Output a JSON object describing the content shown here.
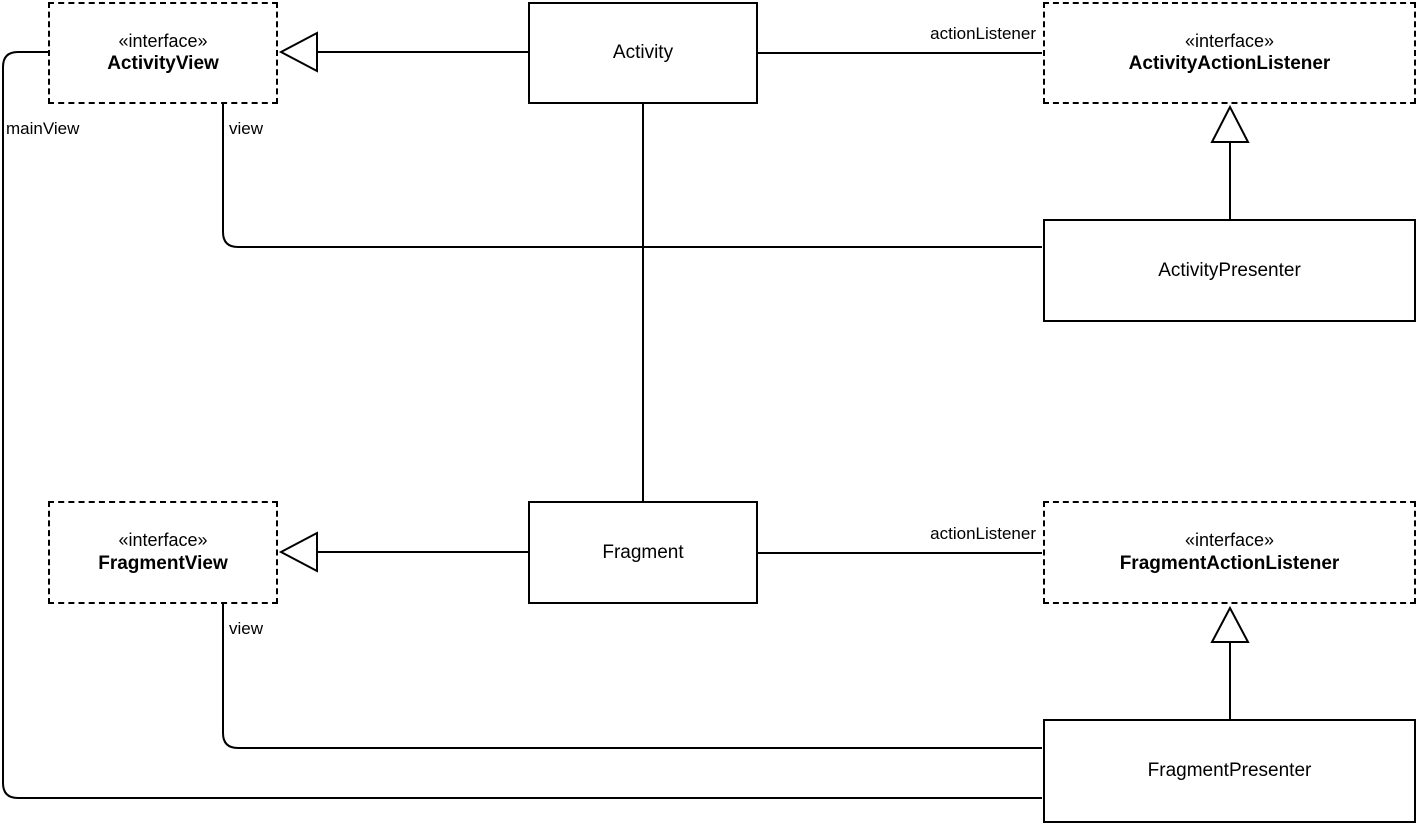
{
  "canvas": {
    "background": "#ffffff",
    "stroke": "#000000"
  },
  "nodes": {
    "activity_view": {
      "stereotype": "«interface»",
      "name": "ActivityView"
    },
    "activity": {
      "name": "Activity"
    },
    "activity_action_listener": {
      "stereotype": "«interface»",
      "name": "ActivityActionListener"
    },
    "activity_presenter": {
      "name": "ActivityPresenter"
    },
    "fragment_view": {
      "stereotype": "«interface»",
      "name": "FragmentView"
    },
    "fragment": {
      "name": "Fragment"
    },
    "fragment_action_listener": {
      "stereotype": "«interface»",
      "name": "FragmentActionListener"
    },
    "fragment_presenter": {
      "name": "FragmentPresenter"
    }
  },
  "edge_labels": {
    "main_view": "mainView",
    "view_activity": "view",
    "view_fragment": "view",
    "action_listener_activity": "actionListener",
    "action_listener_fragment": "actionListener"
  }
}
